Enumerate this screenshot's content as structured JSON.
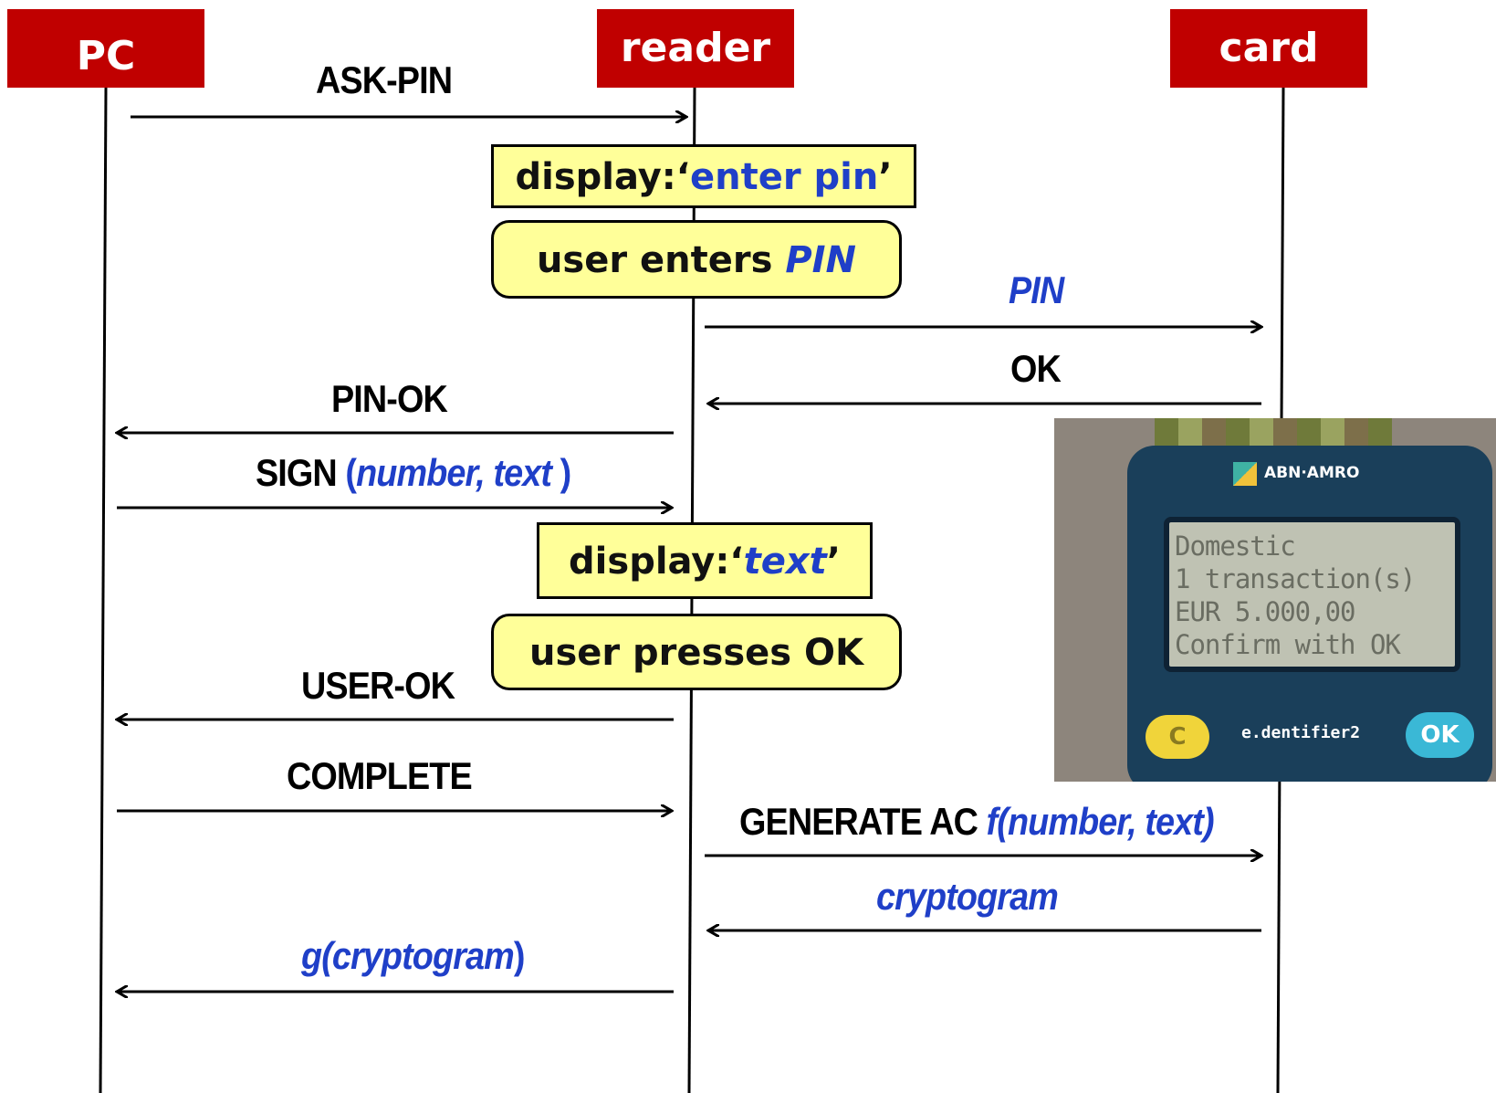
{
  "actors": {
    "pc": "PC",
    "reader": "reader",
    "card": "card"
  },
  "messages": {
    "ask_pin": "ASK-PIN",
    "pin": "PIN",
    "ok": "OK",
    "pin_ok": "PIN-OK",
    "sign_prefix": "SIGN",
    "sign_open": " (",
    "sign_args": "number, text",
    "sign_close": " )",
    "user_ok": "USER-OK",
    "complete": "COMPLETE",
    "generate_prefix": "GENERATE AC",
    "generate_func": " f(number, text)",
    "cryptogram": "cryptogram",
    "g_cryptogram": "g(cryptogram"
  },
  "notes": {
    "display_prefix": "display:‘",
    "enter_pin": "enter pin",
    "quote_close": "’",
    "user_enters": "user enters ",
    "pin_italic": "PIN",
    "text_italic": "text",
    "user_presses_ok": "user presses OK"
  },
  "photo": {
    "brand_logo": "ABN·AMRO",
    "screen_lines": [
      "Domestic",
      "1 transaction(s)",
      "EUR 5.000,00",
      "Confirm with OK"
    ],
    "button_c": "C",
    "button_ok": "OK",
    "model": "e.dentifier2"
  },
  "colors": {
    "actor_bg": "#c00000",
    "note_bg": "#ffff99",
    "accent_blue": "#1f3fc8"
  }
}
